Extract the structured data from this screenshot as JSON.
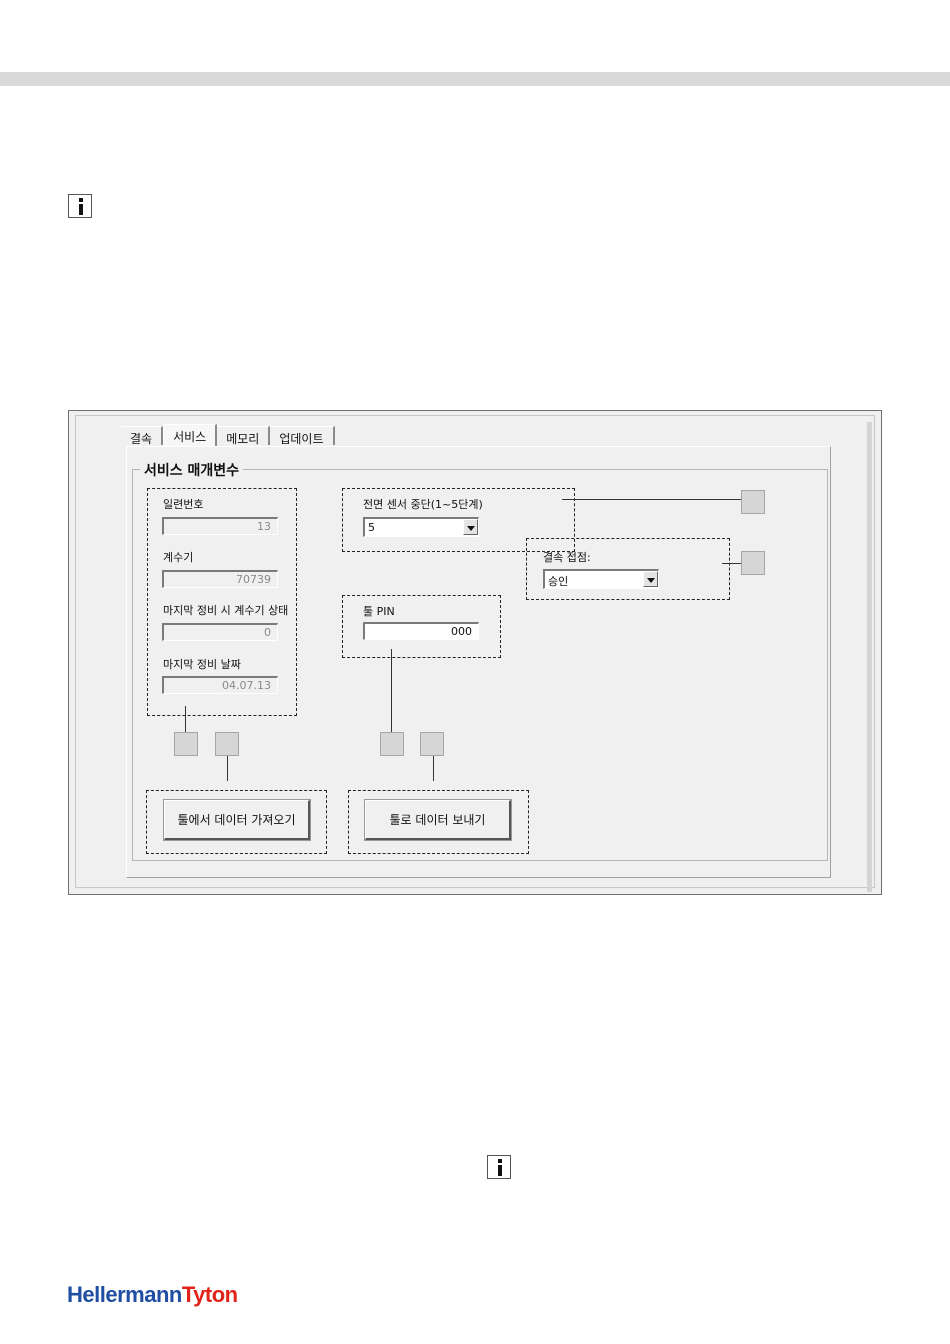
{
  "tabs": [
    "결속",
    "서비스",
    "메모리",
    "업데이트"
  ],
  "group_title": "서비스 매개변수",
  "fields": {
    "serial_label": "일련번호",
    "serial_value": "13",
    "counter_label": "계수기",
    "counter_value": "70739",
    "last_service_counter_label": "마지막 정비 시 계수기 상태",
    "last_service_counter_value": "0",
    "last_service_date_label": "마지막 정비 날짜",
    "last_service_date_value": "04.07.13",
    "front_sensor_label": "전면 센서 중단(1~5단계)",
    "front_sensor_value": "5",
    "tie_contact_label": "결속 접점:",
    "tie_contact_value": "승인",
    "tool_pin_label": "툴 PIN",
    "tool_pin_value": "000"
  },
  "buttons": {
    "get_data": "툴에서 데이터 가져오기",
    "send_data": "툴로 데이터 보내기"
  },
  "logo": {
    "part1": "Hellermann",
    "part2": "Tyton"
  },
  "colors": {
    "brand_blue": "#1f4ea3",
    "brand_red": "#e2231a"
  }
}
